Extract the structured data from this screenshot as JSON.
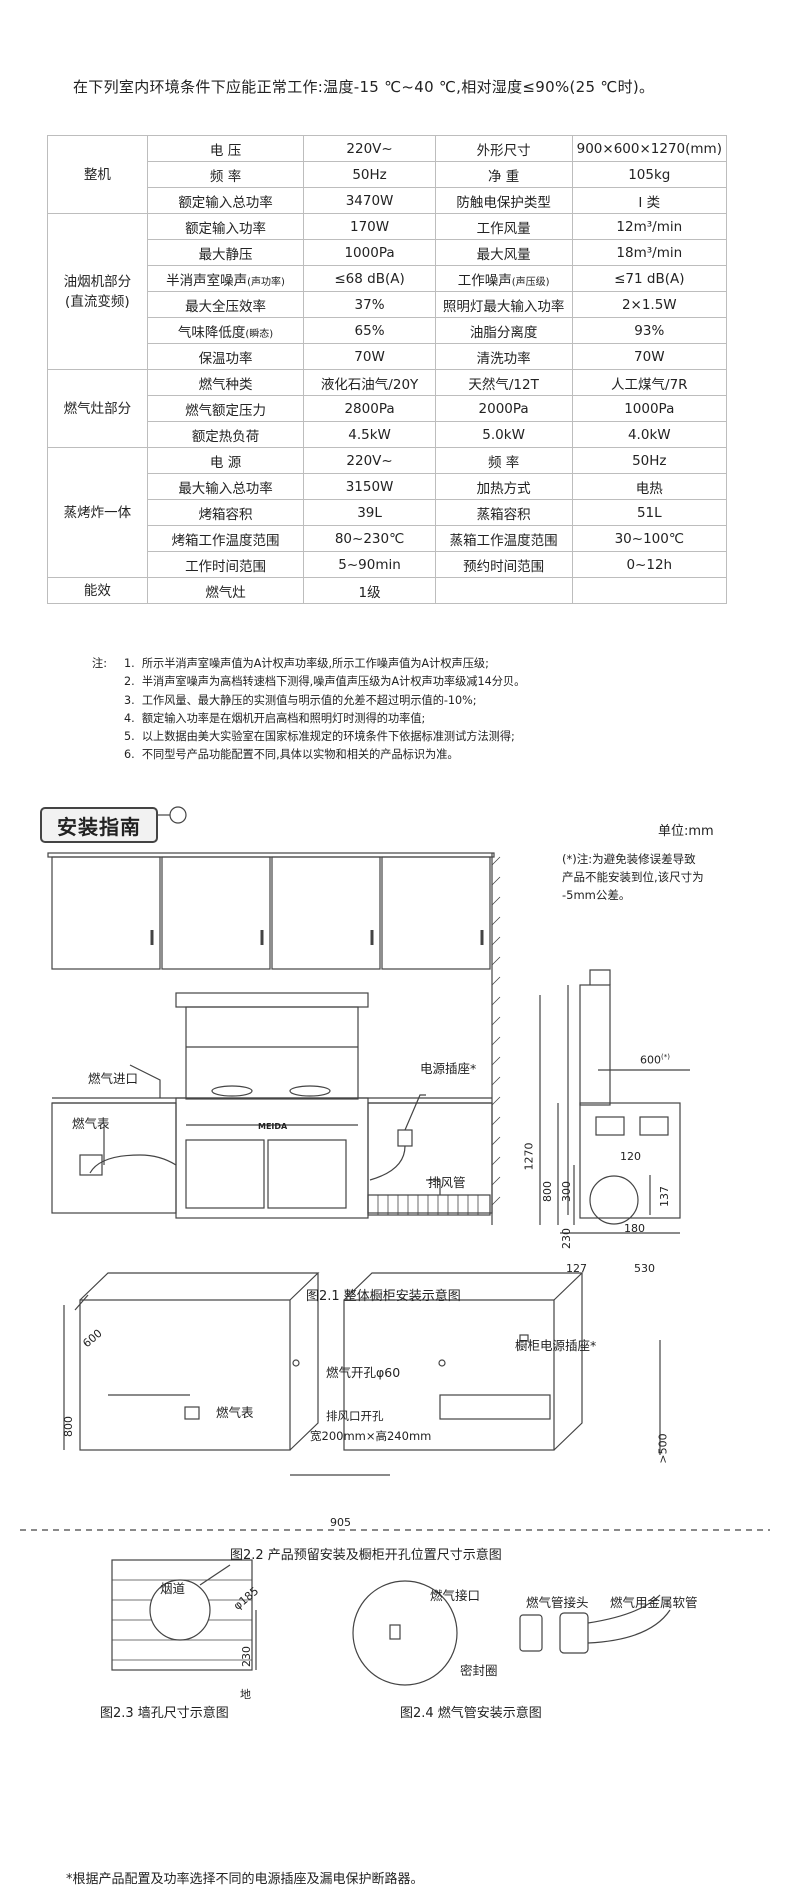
{
  "intro_text": "在下列室内环境条件下应能正常工作:温度-15 ℃~40 ℃,相对湿度≤90%(25 ℃时)。",
  "spec_table": {
    "groups": {
      "whole": "整机",
      "hood_line1": "油烟机部分",
      "hood_line2": "(直流变频)",
      "stove": "燃气灶部分",
      "oven": "蒸烤炸一体",
      "efficiency": "能效"
    },
    "rows": [
      [
        "电 压",
        "220V~",
        "外形尺寸",
        "900×600×1270(mm)"
      ],
      [
        "频 率",
        "50Hz",
        "净 重",
        "105kg"
      ],
      [
        "额定输入总功率",
        "3470W",
        "防触电保护类型",
        "I 类"
      ],
      [
        "额定输入功率",
        "170W",
        "工作风量",
        "12m³/min"
      ],
      [
        "最大静压",
        "1000Pa",
        "最大风量",
        "18m³/min"
      ],
      [
        "半消声室噪声",
        "≤68 dB(A)",
        "工作噪声",
        "≤71 dB(A)"
      ],
      [
        "最大全压效率",
        "37%",
        "照明灯最大输入功率",
        "2×1.5W"
      ],
      [
        "气味降低度",
        "65%",
        "油脂分离度",
        "93%"
      ],
      [
        "保温功率",
        "70W",
        "清洗功率",
        "70W"
      ],
      [
        "燃气种类",
        "液化石油气/20Y",
        "天然气/12T",
        "人工煤气/7R"
      ],
      [
        "燃气额定压力",
        "2800Pa",
        "2000Pa",
        "1000Pa"
      ],
      [
        "额定热负荷",
        "4.5kW",
        "5.0kW",
        "4.0kW"
      ],
      [
        "电 源",
        "220V~",
        "频 率",
        "50Hz"
      ],
      [
        "最大输入总功率",
        "3150W",
        "加热方式",
        "电热"
      ],
      [
        "烤箱容积",
        "39L",
        "蒸箱容积",
        "51L"
      ],
      [
        "烤箱工作温度范围",
        "80~230℃",
        "蒸箱工作温度范围",
        "30~100℃"
      ],
      [
        "工作时间范围",
        "5~90min",
        "预约时间范围",
        "0~12h"
      ],
      [
        "燃气灶",
        "1级",
        "",
        ""
      ]
    ],
    "row5_note_a": "(声功率)",
    "row5_note_b": "(声压级)",
    "row7_note": "(瞬态)"
  },
  "notes": {
    "lead": "注:",
    "items": [
      [
        "1.",
        "所示半消声室噪声值为A计权声功率级,所示工作噪声值为A计权声压级;"
      ],
      [
        "2.",
        "半消声室噪声为高档转速档下测得,噪声值声压级为A计权声功率级减14分贝。"
      ],
      [
        "3.",
        "工作风量、最大静压的实测值与明示值的允差不超过明示值的-10%;"
      ],
      [
        "4.",
        "额定输入功率是在烟机开启高档和照明灯时测得的功率值;"
      ],
      [
        "5.",
        "以上数据由美大实验室在国家标准规定的环境条件下依据标准测试方法测得;"
      ],
      [
        "6.",
        "不同型号产品功能配置不同,具体以实物和相关的产品标识为准。"
      ]
    ]
  },
  "install": {
    "title": "安装指南",
    "unit": "单位:mm",
    "caution": [
      "(*)注:为避免装修误差导致",
      "产品不能安装到位,该尺寸为",
      "-5mm公差。"
    ],
    "fig21": {
      "gas_inlet": "燃气进口",
      "gas_meter": "燃气表",
      "power_socket": "电源插座*",
      "exhaust_pipe": "排风管",
      "brand": "MEIDA",
      "dims": {
        "d600": "600",
        "d600_note": "(*)",
        "d120": "120",
        "d1270": "1270",
        "d800": "800",
        "d300": "300",
        "d137": "137",
        "d230": "230",
        "d180": "180",
        "d127": "127",
        "d530": "530"
      },
      "caption": "图2.1 整体橱柜安装示意图"
    },
    "fig22": {
      "d600": "600",
      "d800": "800",
      "d905": "905",
      "d500": ">500",
      "gas_meter": "燃气表",
      "gas_hole": "燃气开孔φ60",
      "exhaust_hole_1": "排风口开孔",
      "exhaust_hole_2": "宽200mm×高240mm",
      "cabinet_socket": "橱柜电源插座*",
      "caption": "图2.2 产品预留安装及橱柜开孔位置尺寸示意图"
    },
    "fig23": {
      "flue": "烟道",
      "d185": "φ185",
      "d230": "230",
      "ground": "地",
      "caption": "图2.3 墙孔尺寸示意图"
    },
    "fig24": {
      "gas_port": "燃气接口",
      "seal": "密封圈",
      "connector": "燃气管接头",
      "hose": "燃气用金属软管",
      "caption": "图2.4 燃气管安装示意图"
    },
    "footnote": "*根据产品配置及功率选择不同的电源插座及漏电保护断路器。"
  }
}
